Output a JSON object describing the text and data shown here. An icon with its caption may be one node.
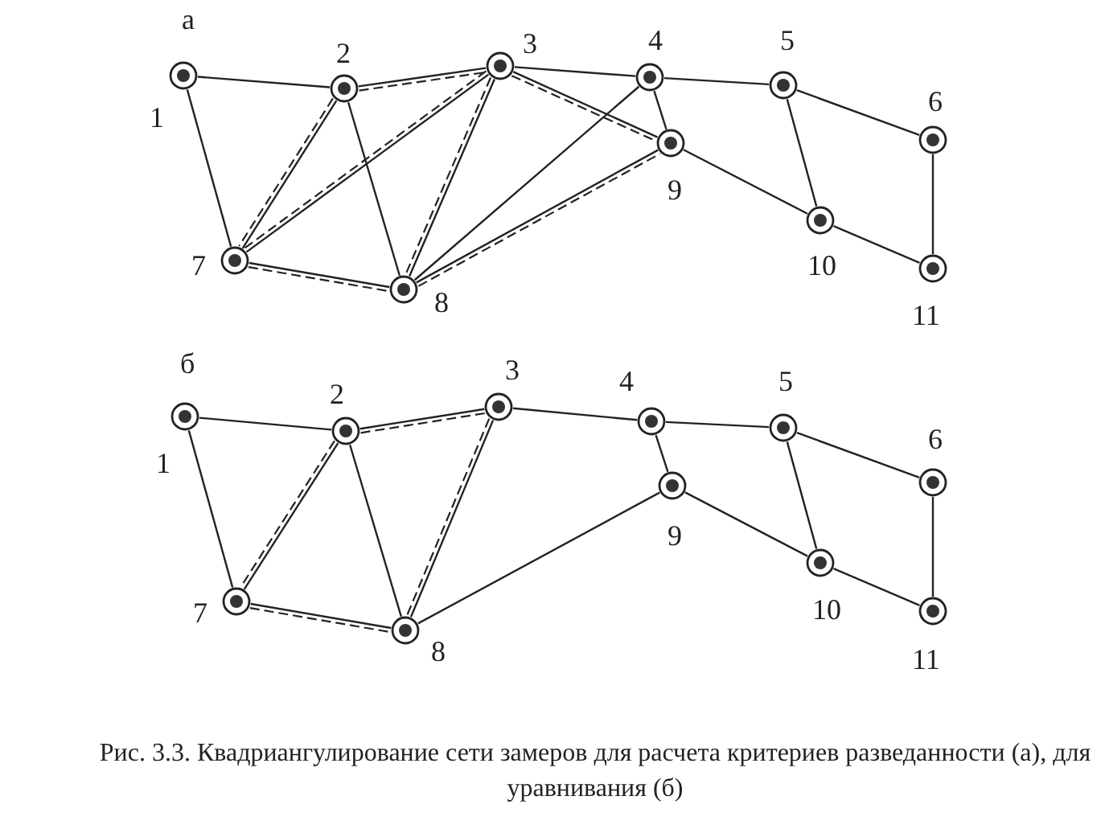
{
  "diagram": {
    "caption": "Рис. 3.3. Квадриангулирование сети замеров для расчета критериев разведанности (а), для уравнивания (б)",
    "nodes": [
      {
        "text": [],
        "shape": "circle",
        "beside": [
          "1"
        ]
      },
      {
        "text": [],
        "shape": "circle",
        "beside": [
          "2"
        ]
      },
      {
        "text": [],
        "shape": "circle",
        "beside": [
          "3"
        ]
      },
      {
        "text": [],
        "shape": "circle",
        "beside": [
          "4"
        ]
      },
      {
        "text": [],
        "shape": "circle",
        "beside": [
          "5"
        ]
      },
      {
        "text": [],
        "shape": "circle",
        "beside": [
          "6"
        ]
      },
      {
        "text": [],
        "shape": "circle",
        "beside": [
          "7"
        ]
      },
      {
        "text": [],
        "shape": "circle",
        "beside": [
          "8"
        ]
      },
      {
        "text": [],
        "shape": "circle",
        "beside": [
          "9"
        ]
      },
      {
        "text": [],
        "shape": "circle",
        "beside": [
          "10"
        ]
      },
      {
        "text": [],
        "shape": "circle",
        "beside": [
          "11"
        ]
      },
      {
        "text": [],
        "shape": "circle",
        "beside": [
          "1"
        ]
      },
      {
        "text": [],
        "shape": "circle",
        "beside": [
          "2"
        ]
      },
      {
        "text": [],
        "shape": "circle",
        "beside": [
          "3"
        ]
      },
      {
        "text": [],
        "shape": "circle",
        "beside": [
          "4"
        ]
      },
      {
        "text": [],
        "shape": "circle",
        "beside": [
          "5"
        ]
      },
      {
        "text": [],
        "shape": "circle",
        "beside": [
          "6"
        ]
      },
      {
        "text": [],
        "shape": "circle",
        "beside": [
          "7"
        ]
      },
      {
        "text": [],
        "shape": "circle",
        "beside": [
          "8"
        ]
      },
      {
        "text": [],
        "shape": "circle",
        "beside": [
          "9"
        ]
      },
      {
        "text": [],
        "shape": "circle",
        "beside": [
          "10"
        ]
      },
      {
        "text": [],
        "shape": "circle",
        "beside": [
          "11"
        ]
      }
    ],
    "edges": [
      {
        "from": 0,
        "to": 1,
        "arrow": "none"
      },
      {
        "from": 0,
        "to": 6,
        "arrow": "none"
      },
      {
        "from": 1,
        "to": 2,
        "arrow": "none",
        "style": "dashed"
      },
      {
        "from": 1,
        "to": 6,
        "arrow": "none",
        "style": "dashed"
      },
      {
        "from": 1,
        "to": 7,
        "arrow": "none"
      },
      {
        "from": 2,
        "to": 3,
        "arrow": "none"
      },
      {
        "from": 2,
        "to": 6,
        "arrow": "none",
        "style": "dashed"
      },
      {
        "from": 2,
        "to": 7,
        "arrow": "none",
        "style": "dashed"
      },
      {
        "from": 2,
        "to": 8,
        "arrow": "none",
        "style": "dashed"
      },
      {
        "from": 3,
        "to": 4,
        "arrow": "none"
      },
      {
        "from": 3,
        "to": 7,
        "arrow": "none"
      },
      {
        "from": 3,
        "to": 8,
        "arrow": "none"
      },
      {
        "from": 4,
        "to": 5,
        "arrow": "none"
      },
      {
        "from": 4,
        "to": 9,
        "arrow": "none"
      },
      {
        "from": 5,
        "to": 10,
        "arrow": "none"
      },
      {
        "from": 6,
        "to": 7,
        "arrow": "none",
        "style": "dashed"
      },
      {
        "from": 7,
        "to": 8,
        "arrow": "none",
        "style": "dashed"
      },
      {
        "from": 8,
        "to": 9,
        "arrow": "none"
      },
      {
        "from": 9,
        "to": 10,
        "arrow": "none"
      },
      {
        "from": 11,
        "to": 12,
        "arrow": "none"
      },
      {
        "from": 11,
        "to": 17,
        "arrow": "none"
      },
      {
        "from": 12,
        "to": 13,
        "arrow": "none",
        "style": "dashed"
      },
      {
        "from": 12,
        "to": 17,
        "arrow": "none",
        "style": "dashed"
      },
      {
        "from": 12,
        "to": 18,
        "arrow": "none"
      },
      {
        "from": 13,
        "to": 14,
        "arrow": "none"
      },
      {
        "from": 13,
        "to": 18,
        "arrow": "none",
        "style": "dashed"
      },
      {
        "from": 14,
        "to": 15,
        "arrow": "none"
      },
      {
        "from": 14,
        "to": 19,
        "arrow": "none"
      },
      {
        "from": 15,
        "to": 16,
        "arrow": "none"
      },
      {
        "from": 15,
        "to": 20,
        "arrow": "none"
      },
      {
        "from": 16,
        "to": 21,
        "arrow": "none"
      },
      {
        "from": 17,
        "to": 18,
        "arrow": "none",
        "style": "dashed"
      },
      {
        "from": 18,
        "to": 19,
        "arrow": "none"
      },
      {
        "from": 19,
        "to": 20,
        "arrow": "none"
      },
      {
        "from": 20,
        "to": 21,
        "arrow": "none"
      }
    ],
    "labels": [
      "а",
      "б"
    ]
  }
}
